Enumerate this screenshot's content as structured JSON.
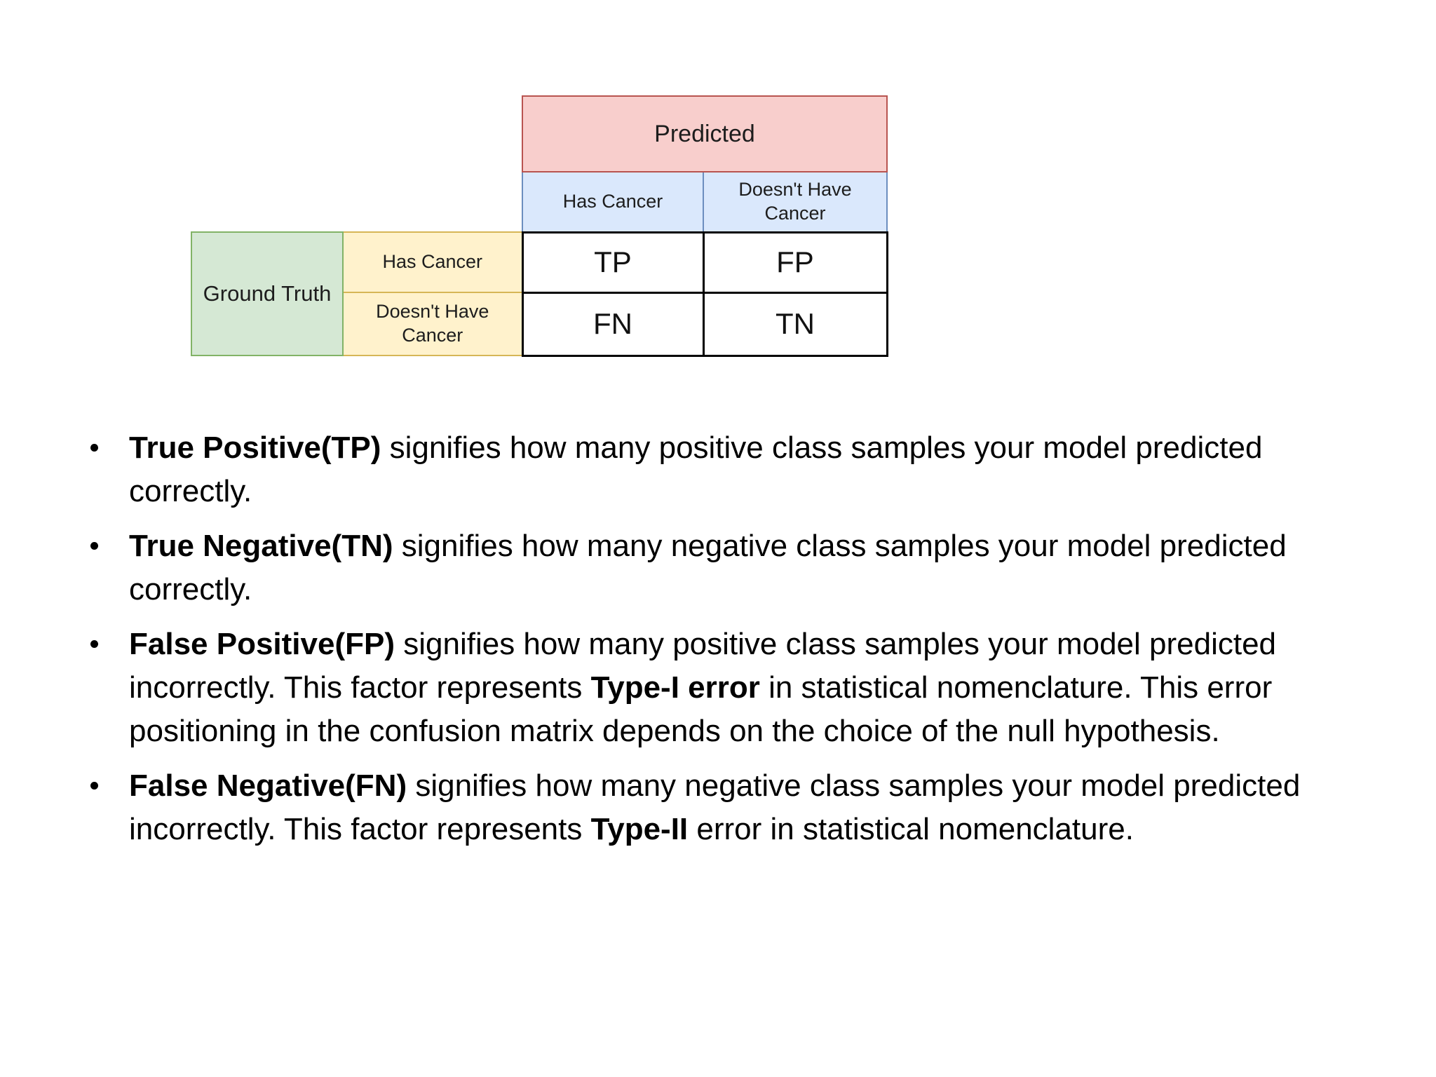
{
  "matrix": {
    "predicted_header": "Predicted",
    "predicted_columns": [
      "Has Cancer",
      "Doesn't Have Cancer"
    ],
    "ground_truth_header": "Ground Truth",
    "ground_truth_rows": [
      "Has Cancer",
      "Doesn't Have Cancer"
    ],
    "cells": [
      [
        "TP",
        "FP"
      ],
      [
        "FN",
        "TN"
      ]
    ],
    "colors": {
      "predicted_fill": "#f8cecc",
      "predicted_border": "#b85450",
      "predicted_col_fill": "#dae8fc",
      "predicted_col_border": "#6c8ebf",
      "ground_truth_fill": "#d5e8d4",
      "ground_truth_border": "#82b366",
      "ground_truth_row_fill": "#fff2cc",
      "ground_truth_row_border": "#d6b656",
      "data_cell_border": "#000000"
    }
  },
  "bullets": [
    {
      "segments": [
        {
          "text": "True Positive(TP)",
          "bold": true
        },
        {
          "text": " signifies how many positive class samples your model predicted correctly.",
          "bold": false
        }
      ]
    },
    {
      "segments": [
        {
          "text": "True Negative(TN)",
          "bold": true
        },
        {
          "text": " signifies how many negative class samples your model predicted correctly.",
          "bold": false
        }
      ]
    },
    {
      "segments": [
        {
          "text": "False Positive(FP)",
          "bold": true
        },
        {
          "text": " signifies how many positive class samples your model predicted incorrectly. This factor represents ",
          "bold": false
        },
        {
          "text": "Type-I error",
          "bold": true
        },
        {
          "text": " in statistical nomenclature. This error positioning in the confusion matrix depends on the choice of the null hypothesis.",
          "bold": false
        }
      ]
    },
    {
      "segments": [
        {
          "text": "False Negative(FN)",
          "bold": true
        },
        {
          "text": " signifies how many negative class samples your model predicted incorrectly. This factor represents ",
          "bold": false
        },
        {
          "text": "Type-II",
          "bold": true
        },
        {
          "text": " error in statistical nomenclature.",
          "bold": false
        }
      ]
    }
  ]
}
